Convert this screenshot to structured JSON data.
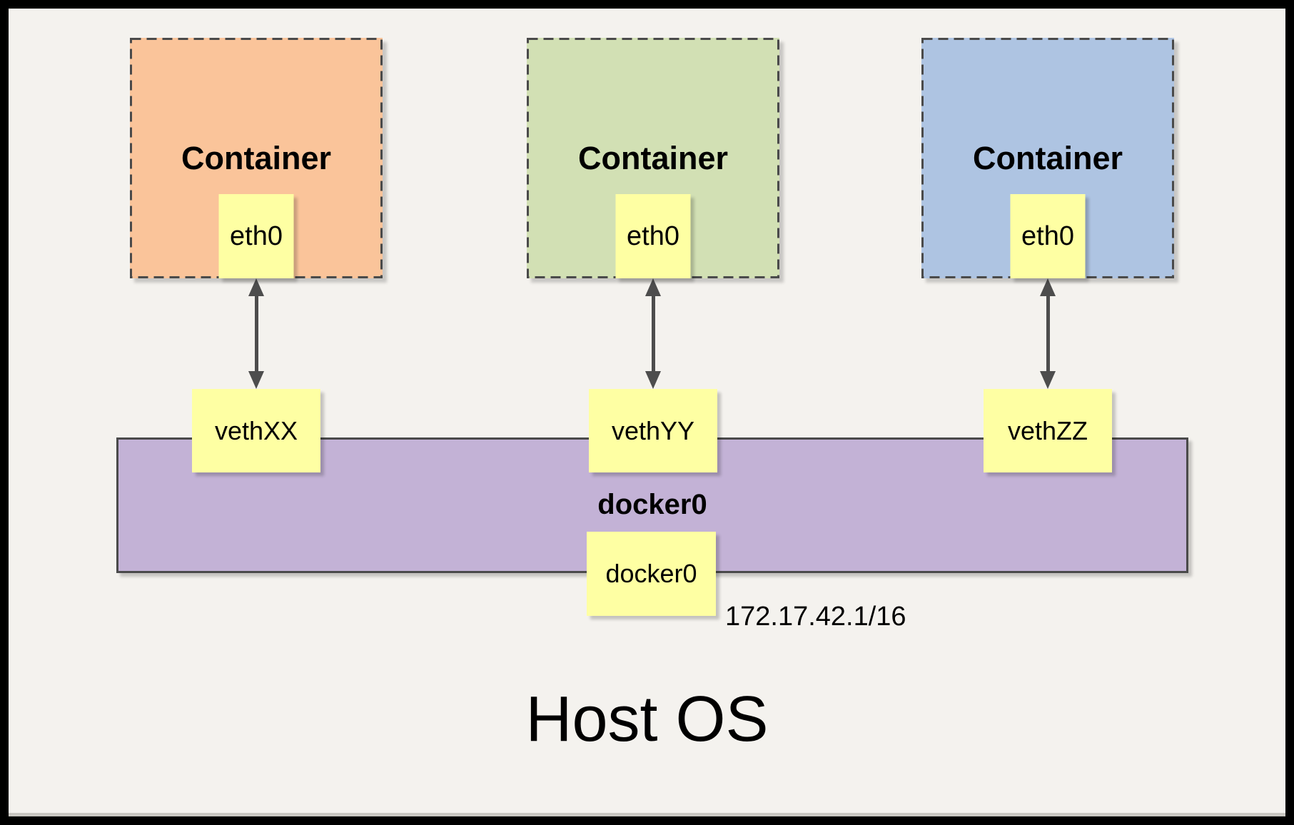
{
  "frame": {
    "background": "#F4F2EE",
    "border_color": "#000000"
  },
  "containers": [
    {
      "title": "Container",
      "interface": "eth0",
      "veth": "vethXX",
      "fill": "#FAC49A"
    },
    {
      "title": "Container",
      "interface": "eth0",
      "veth": "vethYY",
      "fill": "#D2E0B4"
    },
    {
      "title": "Container",
      "interface": "eth0",
      "veth": "vethZZ",
      "fill": "#AEC4E2"
    }
  ],
  "bridge": {
    "label": "docker0",
    "interface_box": "docker0",
    "ip": "172.17.42.1/16",
    "fill": "#C3B2D6"
  },
  "host": {
    "label": "Host OS"
  },
  "styles": {
    "interface_fill": "#FEFFA3",
    "dash_color": "#4A4A4A",
    "arrow_color": "#4D4D4D"
  }
}
